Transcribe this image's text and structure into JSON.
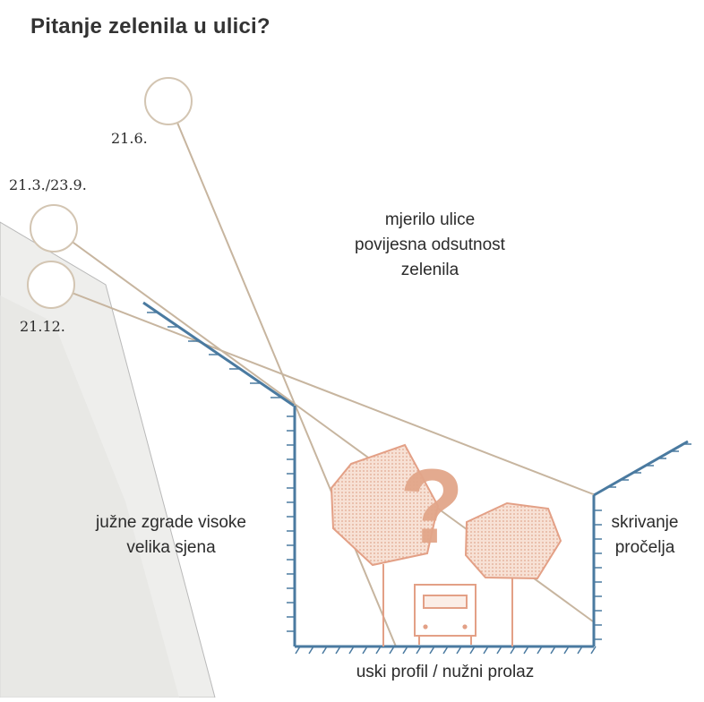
{
  "title": "Pitanje zelenila u ulici?",
  "sun_positions": {
    "summer": "21.6.",
    "equinox": "21.3./23.9.",
    "winter": "21.12."
  },
  "notes": {
    "street_scale": [
      "mjerilo ulice",
      "povijesna odsutnost",
      "zelenila"
    ],
    "south_buildings": [
      "južne zgrade visoke",
      "velika sjena"
    ],
    "facade": [
      "skrivanje",
      "pročelja"
    ],
    "profile": "uski profil / nužni prolaz"
  },
  "question_mark": "?",
  "colors": {
    "building": "#4a7aa0",
    "tree_outline": "#e3a086",
    "tree_fill": "#f6dccf",
    "question": "#e2a589",
    "sun": "#d3c5b2",
    "ray": "#c7b59f",
    "text": "#2b2b2b"
  }
}
